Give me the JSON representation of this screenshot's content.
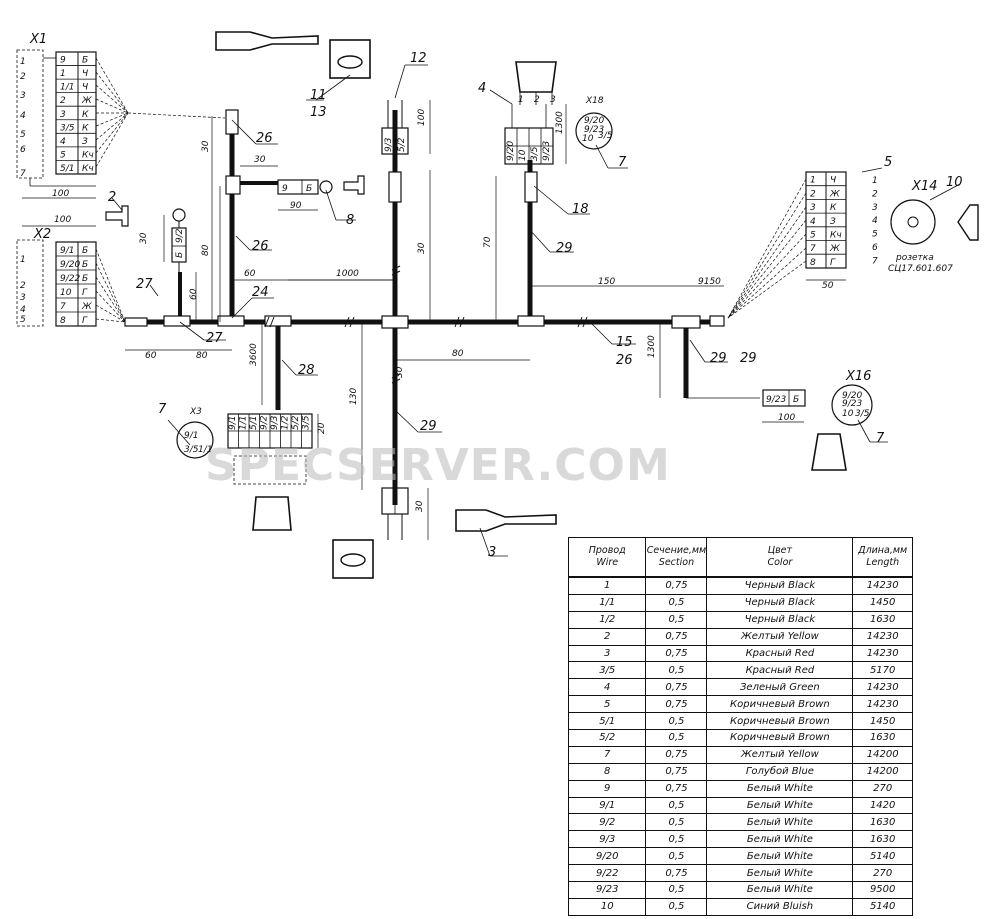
{
  "watermark": "SPECSERVER.COM",
  "table": {
    "headers": [
      [
        "Провод",
        "Wire"
      ],
      [
        "Сечение,мм",
        "Section"
      ],
      [
        "Цвет",
        "Color"
      ],
      [
        "Длина,мм",
        "Length"
      ]
    ],
    "rows": [
      [
        "1",
        "0,75",
        "Черный Black",
        "14230"
      ],
      [
        "1/1",
        "0,5",
        "Черный Black",
        "1450"
      ],
      [
        "1/2",
        "0,5",
        "Черный Black",
        "1630"
      ],
      [
        "2",
        "0,75",
        "Желтый Yellow",
        "14230"
      ],
      [
        "3",
        "0,75",
        "Красный Red",
        "14230"
      ],
      [
        "3/5",
        "0,5",
        "Красный Red",
        "5170"
      ],
      [
        "4",
        "0,75",
        "Зеленый Green",
        "14230"
      ],
      [
        "5",
        "0,75",
        "Коричневый Brown",
        "14230"
      ],
      [
        "5/1",
        "0,5",
        "Коричневый Brown",
        "1450"
      ],
      [
        "5/2",
        "0,5",
        "Коричневый Brown",
        "1630"
      ],
      [
        "7",
        "0,75",
        "Желтый  Yellow",
        "14200"
      ],
      [
        "8",
        "0,75",
        "Голубой Blue",
        "14200"
      ],
      [
        "9",
        "0,75",
        "Белый White",
        "270"
      ],
      [
        "9/1",
        "0,5",
        "Белый White",
        "1420"
      ],
      [
        "9/2",
        "0,5",
        "Белый White",
        "1630"
      ],
      [
        "9/3",
        "0,5",
        "Белый White",
        "1630"
      ],
      [
        "9/20",
        "0,5",
        "Белый White",
        "5140"
      ],
      [
        "9/22",
        "0,75",
        "Белый White",
        "270"
      ],
      [
        "9/23",
        "0,5",
        "Белый White",
        "9500"
      ],
      [
        "10",
        "0,5",
        "Синий Bluish",
        "5140"
      ]
    ]
  },
  "connectors": {
    "x1": {
      "name": "X1",
      "pins": [
        "1",
        "2",
        "3",
        "4",
        "5",
        "6",
        "7"
      ],
      "rows": [
        [
          "9",
          "Б"
        ],
        [
          "1",
          "Ч"
        ],
        [
          "1/1",
          "Ч"
        ],
        [
          "2",
          "Ж"
        ],
        [
          "3",
          "К"
        ],
        [
          "3/5",
          "К"
        ],
        [
          "4",
          "З"
        ],
        [
          "5",
          "Кч"
        ],
        [
          "5/1",
          "Кч"
        ]
      ]
    },
    "x2": {
      "name": "X2",
      "pins": [
        "1",
        "2",
        "3",
        "4",
        "5"
      ],
      "rows": [
        [
          "9/1",
          "Б"
        ],
        [
          "9/20",
          "Б"
        ],
        [
          "9/22",
          "Б"
        ],
        [
          "10",
          "Г"
        ],
        [
          "7",
          "Ж"
        ],
        [
          "8",
          "Г"
        ]
      ]
    },
    "x14": {
      "name": "X14",
      "pins": [
        "1",
        "2",
        "3",
        "4",
        "5",
        "6",
        "7"
      ],
      "rows": [
        [
          "1",
          "Ч"
        ],
        [
          "2",
          "Ж"
        ],
        [
          "3",
          "К"
        ],
        [
          "4",
          "З"
        ],
        [
          "5",
          "Кч"
        ],
        [
          "7",
          "Ж"
        ],
        [
          "8",
          "Г"
        ]
      ],
      "socket_caption": "розетка",
      "socket_code": "СЦ17.601.607"
    },
    "x3": {
      "name": "X3",
      "rows": [
        "9/1",
        "1/1",
        "5/1",
        "9/2",
        "9/3",
        "1/2",
        "5/2",
        "3/5"
      ],
      "pins": [
        "9/1",
        "3/5",
        "1/1"
      ]
    },
    "x18": {
      "name": "X18",
      "rows": [
        "9/20",
        "10",
        "3/5",
        "9/23"
      ],
      "pins": [
        "9/20",
        "9/23",
        "3/5",
        "10"
      ],
      "top_pins": [
        "1",
        "2",
        "3"
      ]
    },
    "x16": {
      "name": "X16",
      "row": [
        "9/23",
        "Б"
      ],
      "pins": [
        "9/20",
        "9/23",
        "10",
        "3/5"
      ]
    },
    "lamp8": {
      "row": [
        "9",
        "Б"
      ]
    },
    "lamp_small": {
      "row": [
        "9/2",
        "Б"
      ]
    },
    "plug12": {
      "rows": [
        "9/3",
        "5/2"
      ]
    }
  },
  "callouts": [
    "2",
    "3",
    "4",
    "5",
    "7",
    "7",
    "7",
    "8",
    "10",
    "11",
    "12",
    "13",
    "15",
    "18",
    "24",
    "26",
    "26",
    "26",
    "27",
    "27",
    "28",
    "29",
    "29",
    "29",
    "29"
  ],
  "dimensions": [
    "100",
    "100",
    "60",
    "80",
    "30",
    "30",
    "90",
    "30",
    "80",
    "60",
    "60",
    "1000",
    "100",
    "30",
    "1300",
    "70",
    "150",
    "9150",
    "50",
    "80",
    "3600",
    "130",
    "1300",
    "100",
    "30",
    "20",
    "30"
  ]
}
